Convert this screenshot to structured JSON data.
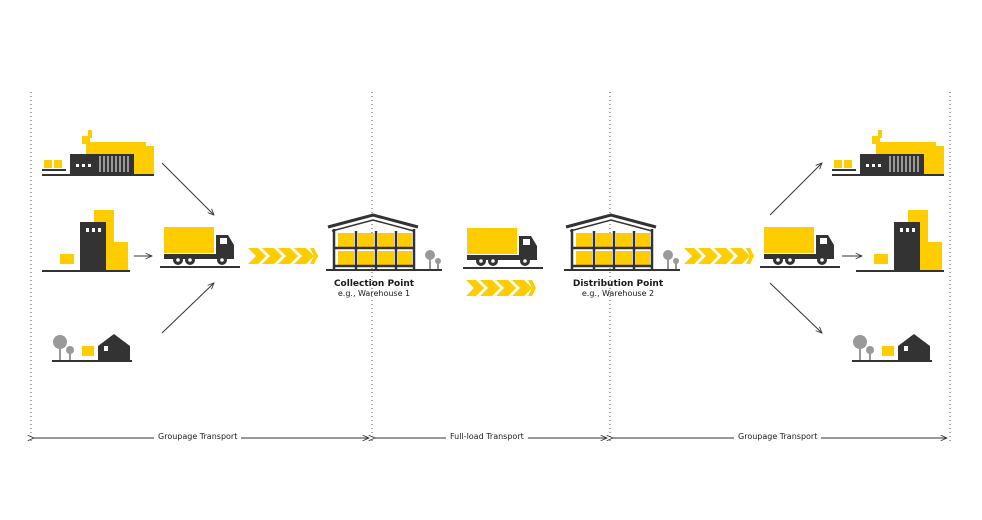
{
  "colors": {
    "accent": "#ffcc00",
    "dark": "#333333",
    "grey": "#999999",
    "line": "#333333"
  },
  "points": {
    "collection": {
      "name": "Collection Point",
      "subtitle": "e.g., Warehouse 1"
    },
    "distribution": {
      "name": "Distribution Point",
      "subtitle": "e.g., Warehouse 2"
    }
  },
  "segments": {
    "groupage_left": "Groupage Transport",
    "fullload": "Full-load Transport",
    "groupage_right": "Groupage Transport"
  },
  "icons": [
    "factory-icon",
    "office-building-icon",
    "house-icon",
    "truck-icon",
    "warehouse-icon",
    "chevron-arrows-icon",
    "arrow-icon"
  ]
}
